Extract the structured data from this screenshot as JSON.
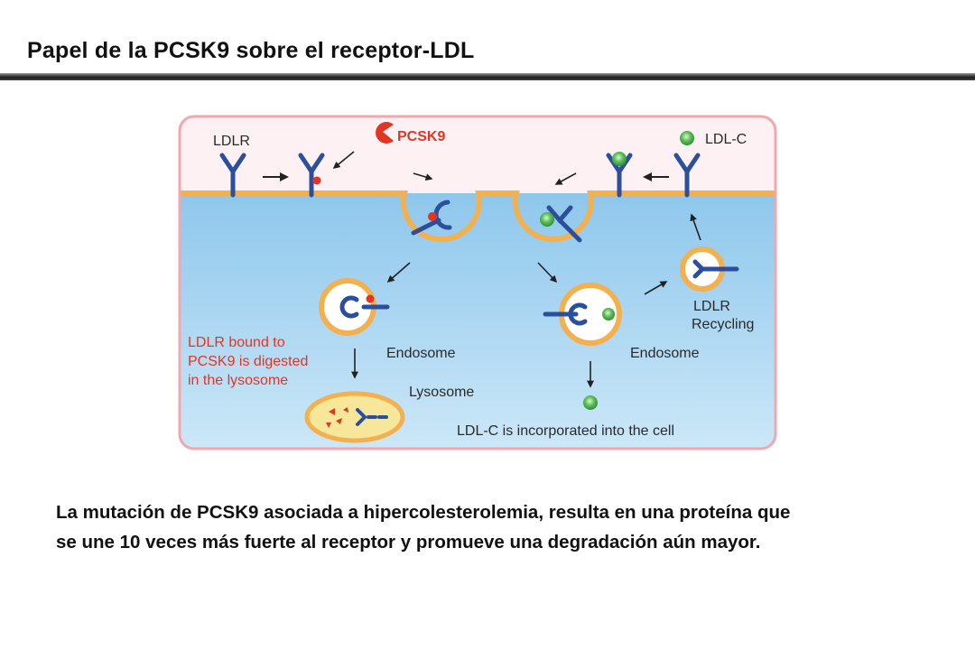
{
  "slide": {
    "title": "Papel  de la PCSK9 sobre el receptor-LDL",
    "caption_lines": [
      "La mutación de PCSK9 asociada a hipercolesterolemia, resulta en una proteína que",
      "se une 10 veces más fuerte al receptor y promueve una degradación aún mayor."
    ]
  },
  "diagram": {
    "labels": {
      "ldlr": "LDLR",
      "pcsk9": "PCSK9",
      "ldlc": "LDL-C",
      "endosome_left": "Endosome",
      "endosome_right": "Endosome",
      "lysosome": "Lysosome",
      "recycling_1": "LDLR",
      "recycling_2": "Recycling",
      "digested_1": "LDLR bound to",
      "digested_2": "PCSK9 is digested",
      "digested_3": "in the lysosome",
      "incorporated": "LDL-C is incorporated into the cell"
    },
    "colors": {
      "frame": "#f2a6ae",
      "extracellular": "#fdf1f3",
      "cytoplasm": "#9fd0ee",
      "membrane": "#f2b04f",
      "receptor": "#2b4f9c",
      "pcsk9": "#e23524",
      "ldlc": "#4bb84a",
      "lysosome_fill": "#f7e79a",
      "arrow": "#222222"
    }
  }
}
